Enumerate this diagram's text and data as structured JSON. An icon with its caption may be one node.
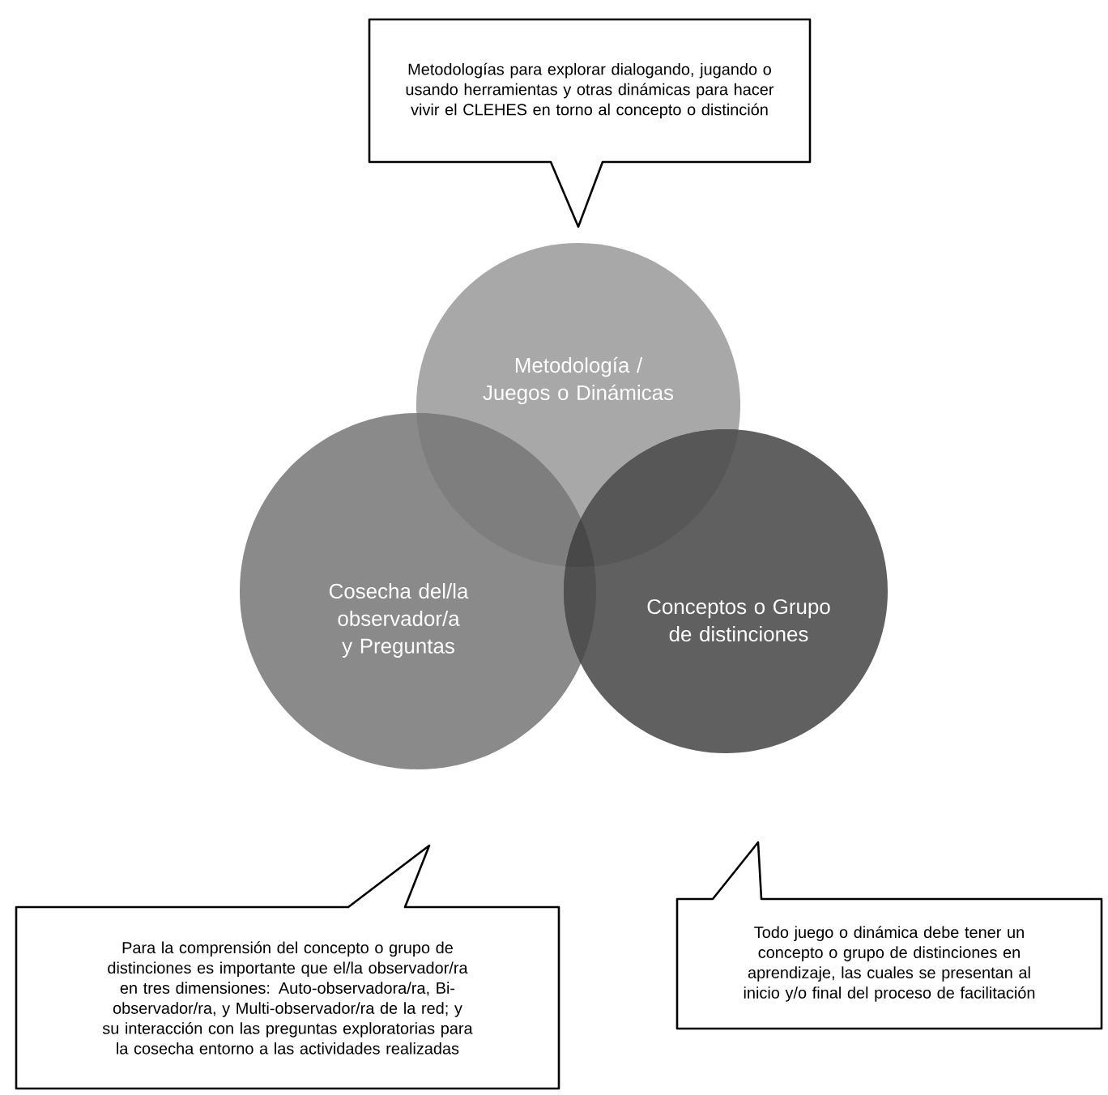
{
  "diagram": {
    "nodes": [
      {
        "text": [
          "Metodología / Juegos o Dinámicas"
        ]
      },
      {
        "text": [
          "Cosecha del/la observador/a y Preguntas"
        ]
      },
      {
        "text": [
          "Conceptos o Grupo de distinciones"
        ]
      },
      {
        "text": [
          "Metodologías para explorar dialogando, jugando o usando herramientas y otras dinámicas para hacer vivir el CLEHES en torno al concepto o distinción"
        ]
      },
      {
        "text": [
          "Para la comprensión del concepto o grupo de distinciones es importante que el/la observador/ra en tres dimensiones: Auto-observadora/ra, Bi-observador/ra, y Multi-observador/ra de la red; y su interacción con las preguntas exploratorias para la cosecha entorno a las actividades realizadas"
        ]
      },
      {
        "text": [
          "Todo juego o dinámica debe tener un concepto o grupo de distinciones en aprendizaje, las cuales se presentan al inicio y/o final del proceso de facilitación"
        ]
      }
    ]
  }
}
